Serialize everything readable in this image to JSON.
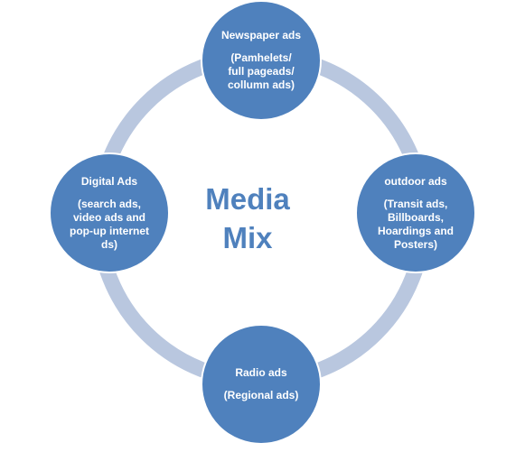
{
  "diagram": {
    "center": {
      "line1": "Media",
      "line2": "Mix"
    },
    "nodes": {
      "top": {
        "title": "Newspaper ads",
        "sub": "(Pamhelets/\nfull pageads/\ncollumn ads)"
      },
      "right": {
        "title": "outdoor ads",
        "sub": "(Transit ads,\nBillboards,\nHoardings and\nPosters)"
      },
      "bottom": {
        "title": "Radio ads",
        "sub": "(Regional ads)"
      },
      "left": {
        "title": "Digital Ads",
        "sub": "(search ads,\nvideo ads and\npop-up internet\nds)"
      }
    },
    "colors": {
      "node_fill": "#4f81bd",
      "ring": "#b9c7df",
      "center_text": "#4f81bd",
      "node_text": "#ffffff"
    }
  }
}
